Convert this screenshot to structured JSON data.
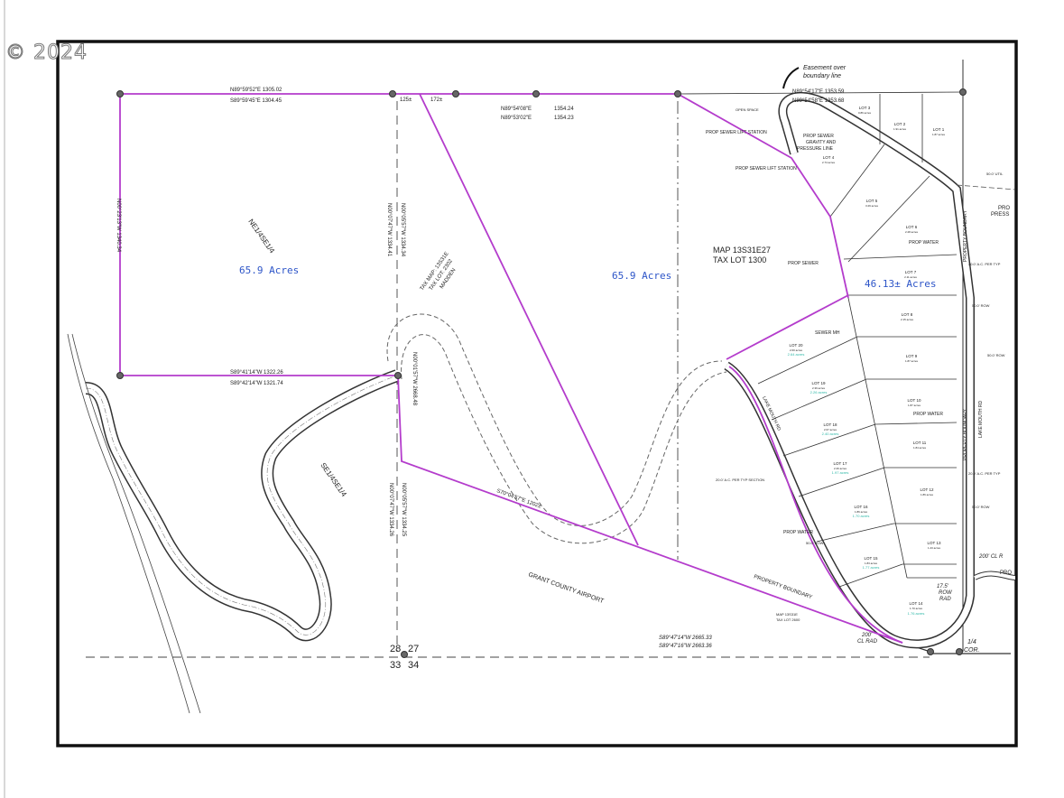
{
  "watermark": "© 2024",
  "colors": {
    "boundary": "#b43ccc",
    "acres": "#2d55c8",
    "lot_alt_area": "#2fb8a8"
  },
  "parcels": {
    "ne_quarter": {
      "label": "NE1/4SE1/4",
      "acres": "65.9 Acres"
    },
    "center": {
      "acres": "65.9 Acres"
    },
    "subdivision": {
      "acres": "46.13± Acres"
    },
    "se_quarter": {
      "label": "SE1/4SE1/4"
    }
  },
  "bearings": {
    "top_left_1": "N89°59'52\"E 1305.02",
    "top_left_2": "S89°59'45\"E 1304.45",
    "top_mid_1": "N89°54'08\"E",
    "top_mid_1_dist": "1354.24",
    "top_mid_2": "N89°53'02\"E",
    "top_mid_2_dist": "1354.23",
    "top_right_1": "N89°54'17\"E 1353.59",
    "top_right_2": "N89°54'58\"E 1353.68",
    "mid_left_1": "S89°41'14\"W 1322.26",
    "mid_left_2": "S89°42'14\"W 1321.74",
    "left_vert": "N00°23'13\"W 1340.34",
    "center_vert_1": "N00°07'47\"W 1334.41",
    "center_vert_2": "N00°05'57\"W 1334.34",
    "center_vert_low_1": "N00°07'47\"W 1334.26",
    "center_vert_low_2": "N00°05'57\"W 1334.25",
    "center_vert_mid": "N00°01'57\"W 2668.48",
    "diag": "S70°04'57\"E 1202±",
    "bottom_1": "S89°47'14\"W 2665.33",
    "bottom_2": "S89°47'16\"W 2663.36",
    "dist_125": "125±",
    "dist_172": "172±"
  },
  "annotations": {
    "easement_1": "Easement over",
    "easement_2": "boundary line",
    "tax_map_1": "TAX MAP: 13S31E",
    "tax_map_2": "TAX LOT: 2302",
    "tax_map_3": "MADDEN",
    "map_1": "MAP 13S31E27",
    "map_2": "TAX LOT 1300",
    "open_space": "OPEN SPACE",
    "sewer_lift_1": "PROP SEWER LIFT STATION",
    "sewer_lift_2": "PROP SEWER LIFT STATION",
    "sewer_gravity_1": "PROP SEWER",
    "sewer_gravity_2": "GRAVITY AND",
    "sewer_gravity_3": "PRESSURE LINE",
    "prop_water_1": "PROP WATER",
    "prop_water_2": "PROP WATER",
    "prop_water_3": "PROP WATER",
    "prop_sewer": "PROP SEWER",
    "sewer_mh": "SEWER MH",
    "property_boundary": "PROPERTY BOUNDARY",
    "property_boundary_v1": "PROPERTY BOUNDARY",
    "property_boundary_v2": "PROPERTY BOUNDARY",
    "airport": "GRANT COUNTY AIRPORT",
    "map_bottom_1": "MAP 13S31E",
    "map_bottom_2": "TAX LOT 2600",
    "cl_rad_1": "200'",
    "cl_rad_2": "CL RAD",
    "cl_rad_right": "200' CL R",
    "row_rad_1": "17.5'",
    "row_rad_2": "ROW",
    "row_rad_3": "RAD",
    "quarter_cor_1": "1/4",
    "quarter_cor_2": "COR.",
    "section_28": "28",
    "section_27": "27",
    "section_33": "33",
    "section_34": "34",
    "ac_typ_section": "20.0' A.C. PER TYP SECTION",
    "ac_typ_1": "20.0' A.C. PER TYP",
    "ac_typ_2": "20.0' A.C. PER TYP",
    "row_1": "50.0' ROW",
    "row_2": "50.0' ROW",
    "row_3": "50.0' ROW",
    "row_4": "50.0' ROW",
    "util_1": "50.0' UTIL",
    "pro_press_1": "PRO",
    "pro_press_2": "PRESS",
    "pro_right": "PRO",
    "road_name": "LAKE MOUTH RD",
    "road_name_right": "LAKE MOUTH RD"
  },
  "lots": [
    {
      "name": "LOT 1",
      "area": "1.87 acres"
    },
    {
      "name": "LOT 2",
      "area": "1.91 acres"
    },
    {
      "name": "LOT 3",
      "area": "0.86 acres"
    },
    {
      "name": "LOT 4",
      "area": "2.74 acres"
    },
    {
      "name": "LOT 5",
      "area": "3.29 acres"
    },
    {
      "name": "LOT 6",
      "area": "2.28 acres"
    },
    {
      "name": "LOT 7",
      "area": "2.11 acres"
    },
    {
      "name": "LOT 8",
      "area": "2.15 acres"
    },
    {
      "name": "LOT 9",
      "area": "1.87 acres"
    },
    {
      "name": "LOT 10",
      "area": "1.87 acres"
    },
    {
      "name": "LOT 11",
      "area": "1.84 acres"
    },
    {
      "name": "LOT 12",
      "area": "1.86 acres"
    },
    {
      "name": "LOT 13",
      "area": "1.43 acres"
    },
    {
      "name": "LOT 14",
      "area": "1.70 acres",
      "alt": "1.76 acres"
    },
    {
      "name": "LOT 15",
      "area": "1.83 acres",
      "alt": "1.77 acres"
    },
    {
      "name": "LOT 16",
      "area": "1.86 acres",
      "alt": "1.70 acres"
    },
    {
      "name": "LOT 17",
      "area": "2.26 acres",
      "alt": "1.97 acres"
    },
    {
      "name": "LOT 18",
      "area": "2.67 acres",
      "alt": "2.40 acres"
    },
    {
      "name": "LOT 19",
      "area": "2.39 acres",
      "alt": "2.26 acres"
    },
    {
      "name": "LOT 20",
      "area": "2.60 acres",
      "alt": "2.64 acres"
    }
  ]
}
